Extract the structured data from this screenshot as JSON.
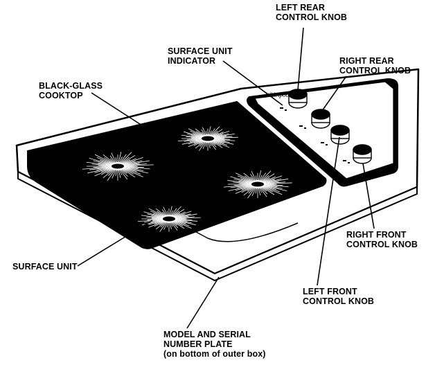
{
  "labels": {
    "left_rear_knob": [
      "LEFT REAR",
      "CONTROL KNOB"
    ],
    "surface_unit_indicator": [
      "SURFACE UNIT",
      "INDICATOR"
    ],
    "right_rear_knob": [
      "RIGHT REAR",
      "CONTROL KNOB"
    ],
    "black_glass_cooktop": [
      "BLACK-GLASS",
      "COOKTOP"
    ],
    "surface_unit": "SURFACE UNIT",
    "right_front_knob": [
      "RIGHT FRONT",
      "CONTROL KNOB"
    ],
    "left_front_knob": [
      "LEFT FRONT",
      "CONTROL KNOB"
    ],
    "model_serial_plate": [
      "MODEL AND SERIAL",
      "NUMBER PLATE",
      "(on bottom of outer box)"
    ]
  },
  "colors": {
    "line": "#000000",
    "glass": "#000000",
    "element": "#ffffff",
    "background": "#ffffff"
  }
}
